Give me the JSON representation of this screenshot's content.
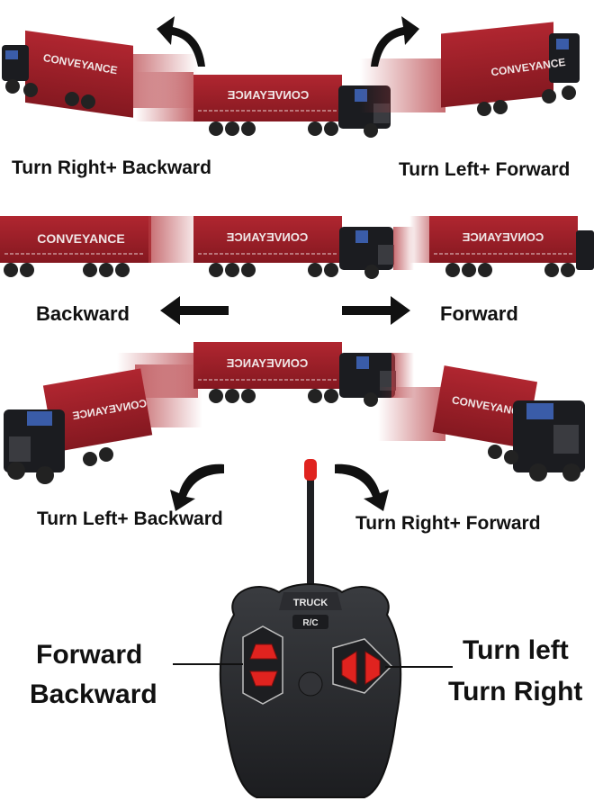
{
  "diagram": {
    "labels": {
      "turn_right_backward_top": "Turn Right+ Backward",
      "turn_left_forward": "Turn Left+ Forward",
      "backward": "Backward",
      "forward": "Forward",
      "turn_left_backward": "Turn Left+ Backward",
      "turn_right_forward_bottom": "Turn Right+ Forward",
      "remote_forward": "Forward",
      "remote_backward": "Backward",
      "remote_turn_left": "Turn left",
      "remote_turn_right": "Turn Right"
    },
    "truck": {
      "container_text": "CONVEYANCE",
      "container_text_mirrored": "CONVEYANCE"
    },
    "remote": {
      "brand": "TRUCK",
      "mode": "R/C"
    }
  },
  "colors": {
    "container_red": "#9b1c24",
    "cab_black": "#1b1c20",
    "button_red": "#e0231f",
    "remote_body": "#2a2c30",
    "arrow": "#111111"
  }
}
